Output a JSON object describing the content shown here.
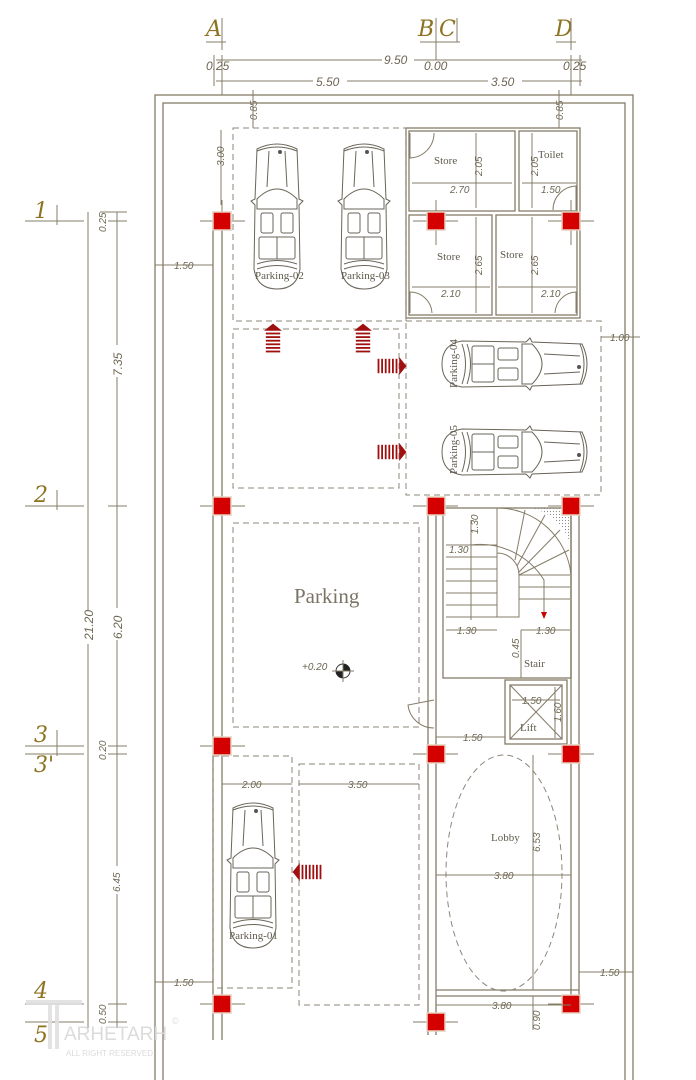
{
  "grid_axes": {
    "a": "A",
    "b": "B",
    "c": "C",
    "d": "D",
    "r1": "1",
    "r2": "2",
    "r3": "3",
    "r3p": "3'",
    "r4": "4",
    "r5": "5"
  },
  "dims_top": {
    "total": "9.50",
    "left_off": "0.25",
    "mid": "0.00",
    "right_off": "0.25",
    "span_ab": "5.50",
    "span_cd": "3.50",
    "off_a": "0.85",
    "off_d": "0.85"
  },
  "dims_left": {
    "total": "21.20",
    "r1_off": "0.25",
    "span_12": "7.35",
    "span_23": "6.20",
    "span_33p": "0.20",
    "span_3p4": "6.45",
    "span_45": "0.50",
    "top_gap": "3.00"
  },
  "dims_plan": {
    "left_gap_top": "1.50",
    "left_gap_bottom": "1.50",
    "right_gap_top": "1.00",
    "right_gap_bottom": "1.50",
    "store1_w": "2.70",
    "store1_h": "2.05",
    "toilet_w": "1.50",
    "toilet_h": "2.05",
    "store2_w": "2.10",
    "store2_h": "2.65",
    "store3_w": "2.10",
    "store3_h": "2.65",
    "stair_top": "1.30",
    "stair_h": "1.30",
    "stair_l": "1.30",
    "stair_r": "1.30",
    "stair_gap": "0.45",
    "lift_w": "1.50",
    "lift_h": "1.60",
    "lift_left": "1.50",
    "park01_w": "2.00",
    "lane_w": "3.50",
    "lobby_w": "3.80",
    "lobby_h": "6.53",
    "lobby_bottom_w": "3.80",
    "lobby_bottom_h": "0.90",
    "level": "+0.20"
  },
  "rooms": {
    "store1": "Store",
    "toilet": "Toilet",
    "store2": "Store",
    "store3": "Store",
    "parking": "Parking",
    "stair": "Stair",
    "lift": "Lift",
    "lobby": "Lobby"
  },
  "parking_spots": [
    "Parking-01",
    "Parking-02",
    "Parking-03",
    "Parking-04",
    "Parking-05"
  ],
  "watermark": {
    "brand": "ARHETARH",
    "rights": "ALL RIGHT RESERVED",
    "mark": "©"
  },
  "colors": {
    "column": "#d40000",
    "grid_label": "#8d7220",
    "line": "#857c68"
  }
}
